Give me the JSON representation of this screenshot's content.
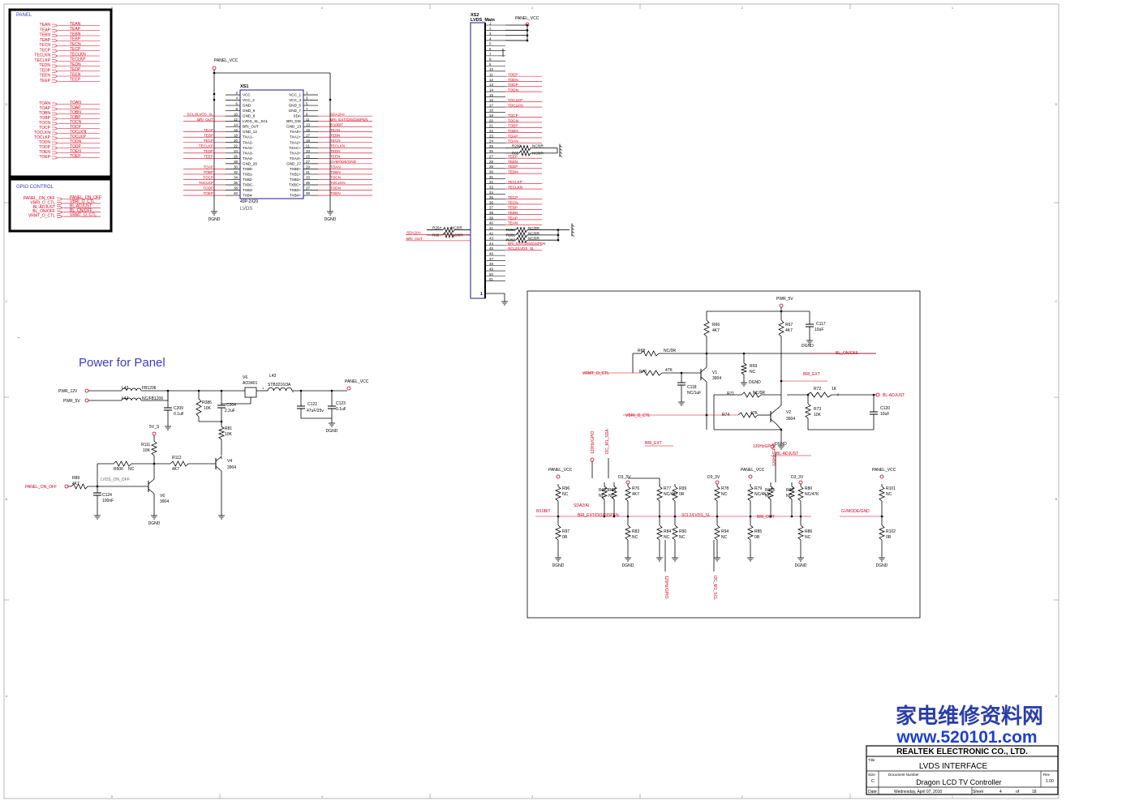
{
  "frame": {
    "col_marks": [
      "5",
      "4",
      "3",
      "2",
      "1"
    ],
    "row_marks": [
      "D",
      "C",
      "B",
      "A"
    ]
  },
  "panel_box": {
    "title": "PANEL",
    "rows": [
      [
        "TEAN",
        "TEAN"
      ],
      [
        "TEAP",
        "TEAP"
      ],
      [
        "TEBN",
        "TEBN"
      ],
      [
        "TEBP",
        "TEBP"
      ],
      [
        "TECN",
        "TECN"
      ],
      [
        "TECP",
        "TECP"
      ],
      [
        "TECLKN",
        "TECLKN"
      ],
      [
        "TECLKP",
        "TECLKP"
      ],
      [
        "TEDN",
        "TEDN"
      ],
      [
        "TEDP",
        "TEDP"
      ],
      [
        "TEEN",
        "TEEN"
      ],
      [
        "TEEP",
        "TEEP"
      ],
      [
        "TOAN",
        "TOAN"
      ],
      [
        "TOAP",
        "TOAP"
      ],
      [
        "TOBN",
        "TOBN"
      ],
      [
        "TOBP",
        "TOBP"
      ],
      [
        "TOCN",
        "TOCN"
      ],
      [
        "TOCP",
        "TOCP"
      ],
      [
        "TOCLKN",
        "TOCLKN"
      ],
      [
        "TOCLKP",
        "TOCLKP"
      ],
      [
        "TODN",
        "TODN"
      ],
      [
        "TODP",
        "TODP"
      ],
      [
        "TOEN",
        "TOEN"
      ],
      [
        "TOEP",
        "TOEP"
      ]
    ]
  },
  "gpio_box": {
    "title": "GPIO CONTROL",
    "rows": [
      [
        "PANEL_ON_OFF",
        "PANEL_ON_OFF"
      ],
      [
        "VBRI_O_CTL",
        "VBRI_O_CTL"
      ],
      [
        "BL-ADJUST",
        "BL-ADJUST"
      ],
      [
        "BL_ON/OFF",
        "BL_ON/OFF"
      ],
      [
        "VRMT_O_CTL",
        "VRMT_O_CTL"
      ]
    ]
  },
  "xs1": {
    "ref": "XS1",
    "part": "40P-2X20",
    "label": "LVDS",
    "net_top": "PANEL_VCC",
    "gnd_left": "DGND",
    "gnd_right": "DGND",
    "left_pins": [
      "VCC",
      "VCC_2",
      "GND",
      "GND_6",
      "GND_8",
      "LVDS_SL_SCL",
      "BRI_OUT",
      "GND_12",
      "TXA0-",
      "TXA1-",
      "TXA2-",
      "TXAC-",
      "TXA3-",
      "TXA4-",
      "GND_26",
      "TXB0-",
      "TXB1-",
      "TXB2-",
      "TXBC-",
      "TXB3-",
      "TXB4-"
    ],
    "right_pins": [
      "VCC_1",
      "VCC_3",
      "GND_5",
      "GND_7",
      "SDA",
      "BRI_DIS",
      "GND_13",
      "TXA0+",
      "TXA1+",
      "TXA2+",
      "TXAC+",
      "TXA3+",
      "TXA4+",
      "GND_27",
      "TXB0+",
      "TXB1+",
      "TXB2+",
      "TXBC+",
      "TXB3+",
      "TXB4+"
    ],
    "left_nums": [
      "2",
      "4",
      "6",
      "8",
      "10",
      "12",
      "14",
      "16",
      "18",
      "20",
      "22",
      "24",
      "26",
      "28",
      "30",
      "32",
      "34",
      "36",
      "38",
      "40"
    ],
    "right_nums": [
      "1",
      "3",
      "5",
      "7",
      "9",
      "11",
      "13",
      "15",
      "17",
      "19",
      "21",
      "23",
      "25",
      "27",
      "29",
      "31",
      "33",
      "35",
      "37",
      "39"
    ],
    "left_nets": [
      "",
      "",
      "",
      "",
      "SCL2/LVDS_SL",
      "BRI_OUT",
      "",
      "TEAP",
      "TEBP",
      "TECP",
      "TECLKP",
      "TEDP",
      "TEEP",
      "",
      "TOAP",
      "TOBP",
      "TOCP",
      "TOCLKP",
      "TODP",
      "TOEP"
    ],
    "right_nets": [
      "",
      "",
      "",
      "",
      "SDA2/AI",
      "BRI_EXT/DIS/DISPEN",
      "8/10BIT",
      "TEAN",
      "TEBN",
      "TECN",
      "TECLKN",
      "TEDN",
      "TEEN",
      "GVMODE/GND",
      "TOAN",
      "TOBN",
      "TOCN",
      "TOCLKN",
      "TODN",
      "TOEN"
    ]
  },
  "xs2": {
    "ref": "XS2",
    "label": "LVDS_Main",
    "net_top": "PANEL_VCC",
    "nets": {
      "11": "TOEP",
      "12": "TOEN",
      "13": "TODP",
      "14": "TODN",
      "16": "TOCLKP",
      "17": "TOCLKN",
      "19": "TOCP",
      "20": "TOCN",
      "21": "TOBP",
      "22": "TOBN",
      "23": "TOAP",
      "24": "TOAN",
      "27": "TEEP",
      "28": "TEEN",
      "29": "TEDP",
      "30": "TEDN",
      "32": "TECLKP",
      "33": "TECLKN",
      "35": "TECP",
      "36": "TECN",
      "37": "TEBP",
      "38": "TEBN",
      "39": "TEAP",
      "40": "TEAN",
      "44": "BRI_EXT/DIS/DISPEN",
      "45": "SCL2/LVDS_SL"
    },
    "resistors": [
      {
        "ref": "R260",
        "val": "NC/0R",
        "pin": "25"
      },
      {
        "ref": "R65",
        "val": "NC/0R",
        "pin": "26"
      },
      {
        "ref": "R263",
        "val": "NC/0R",
        "pin": "41"
      },
      {
        "ref": "R261",
        "val": "NC/0R",
        "pin": "42"
      },
      {
        "ref": "R262",
        "val": "NC/0R",
        "pin": "43"
      },
      {
        "ref": "R264",
        "val": "NC/0R",
        "pin": "41"
      },
      {
        "ref": "R82",
        "val": "NC/0R",
        "pin": "42"
      }
    ],
    "left_nets": [
      "SDA2/AI",
      "BRI_OUT"
    ],
    "pin_one": "1"
  },
  "power": {
    "title": "Power for Panel",
    "nets": [
      "PWR_12V",
      "PWR_5V",
      "PANEL_VCC",
      "5V_S",
      "PANEL_ON_OFF",
      "LVDS_ON_OFF",
      "DGND"
    ],
    "parts": {
      "L42": "FB1206",
      "L44": "NC/FB1206",
      "C209": "0.1uF",
      "R386": "10K",
      "C204": "2.2uF",
      "V6top": "AO3401",
      "L43": "STB3216/3A",
      "C122": "47uF/25v",
      "C123": "0.1uF",
      "R81": "10K",
      "R111": "10K",
      "R112": "4K7",
      "R506": "NC",
      "V4": "3904",
      "R89": "4K7",
      "C124": "100nF",
      "V6": "3904"
    }
  },
  "bl": {
    "nets": [
      "PWR_5V",
      "BL_ON/OFF",
      "VRMT_O_CTL",
      "BRI_EXT",
      "BL-ADJUST",
      "VBRI_O_CTL",
      "120HzGPIO",
      "DGND"
    ],
    "parts": {
      "R66": "4K7",
      "R67": "4K7",
      "C117": "10uF",
      "R68": "NC/0R",
      "R69": "NC",
      "R70": "47K",
      "V1": "3904",
      "C118": "NC/1uF",
      "R71": "NC/0R",
      "R72": "1K",
      "R73": "10K",
      "C120": "10uF",
      "R74": "47K",
      "V2": "3904"
    },
    "lower": {
      "nets": [
        "PANEL_VCC",
        "D3_3V",
        "SDA2/AI",
        "8/10BIT",
        "BRI_EXT/DIS/DISPEN",
        "SCL2/LVDS_SL",
        "BRI_OUT",
        "GVMODE/GND",
        "120Hz/GPIO",
        "I2C_M1_SDA",
        "I2C_M1_SCL"
      ],
      "parts": {
        "R96": "NC",
        "R97": "0R",
        "R123": "NC",
        "R95": "NC",
        "R76": "4K7",
        "R77": "NC/4K7",
        "R99": "0R",
        "R83": "NC",
        "R84": "NC",
        "R90": "NC",
        "R78": "NC",
        "R79": "NC/4K7",
        "R124": "NC",
        "R80": "NC/47K",
        "R94": "NC",
        "R85": "0R",
        "R98": "NC",
        "R86": "NC",
        "R101": "NC",
        "R102": "0R"
      }
    }
  },
  "title_block": {
    "company": "REALTEK ELECTRONIC CO., LTD.",
    "title_label": "Title",
    "title": "LVDS INTERFACE",
    "size_label": "Size",
    "size": "C",
    "docnum_label": "Document Number",
    "docnum": "Dragon LCD TV Controller",
    "rev_label": "Rev",
    "rev": "1.00",
    "date_label": "Date:",
    "date": "Wednesday, April 07, 2010",
    "sheet_label": "Sheet",
    "sheet": "4",
    "of_label": "of",
    "of": "18"
  },
  "watermark": {
    "text_cn": "家电维修资料网",
    "url": "www.520101.com"
  },
  "colors": {
    "net": "#d0021b",
    "wire": "#000000",
    "symbol": "#1a1a8c",
    "title_blue": "#3b3bd0"
  }
}
